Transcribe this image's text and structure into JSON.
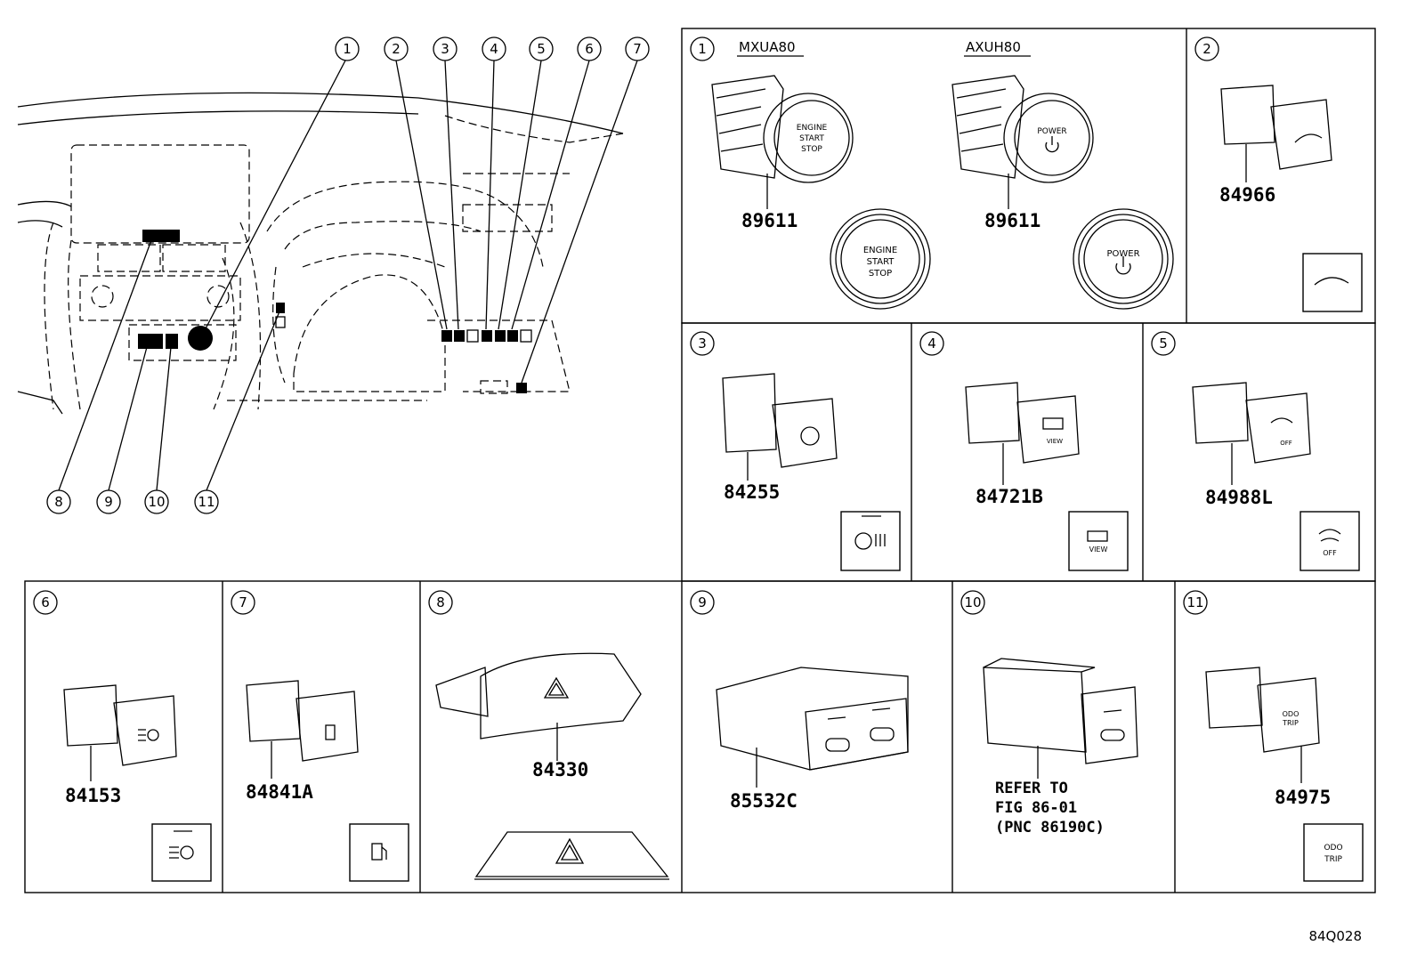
{
  "diagram_code": "84Q028",
  "overview": {
    "callouts": [
      "1",
      "2",
      "3",
      "4",
      "5",
      "6",
      "7",
      "8",
      "9",
      "10",
      "11"
    ]
  },
  "panels": {
    "p1": {
      "index": "1",
      "variant_a": "MXUA80",
      "variant_b": "AXUH80",
      "part_a": "89611",
      "part_b": "89611",
      "engine_text": [
        "ENGINE",
        "START",
        "STOP"
      ],
      "power_text": "POWER"
    },
    "p2": {
      "index": "2",
      "part": "84966"
    },
    "p3": {
      "index": "3",
      "part": "84255"
    },
    "p4": {
      "index": "4",
      "part": "84721B",
      "icon_text": "VIEW"
    },
    "p5": {
      "index": "5",
      "part": "84988L",
      "icon_text": "OFF"
    },
    "p6": {
      "index": "6",
      "part": "84153"
    },
    "p7": {
      "index": "7",
      "part": "84841A"
    },
    "p8": {
      "index": "8",
      "part": "84330"
    },
    "p9": {
      "index": "9",
      "part": "85532C"
    },
    "p10": {
      "index": "10",
      "note_line1": "REFER TO",
      "note_line2": "FIG 86-01",
      "note_line3": "(PNC 86190C)"
    },
    "p11": {
      "index": "11",
      "part": "84975",
      "icon_text": [
        "ODO",
        "TRIP"
      ]
    }
  }
}
